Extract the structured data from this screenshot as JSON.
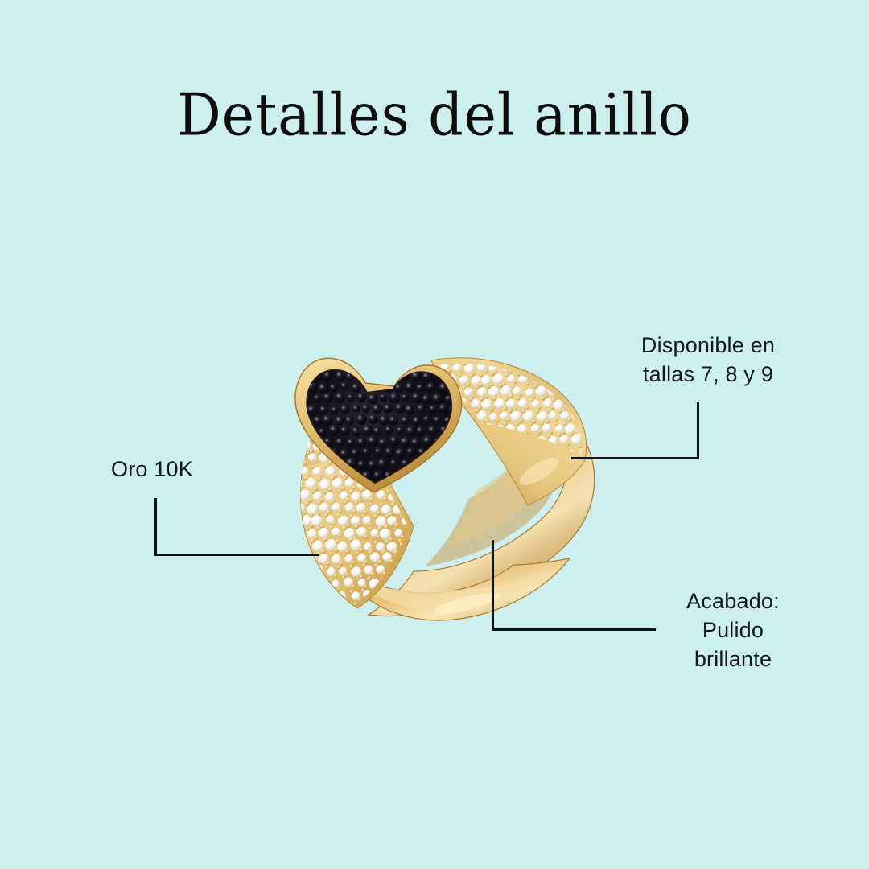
{
  "background_color": "#cdf0ee",
  "header": {
    "title": "Detalles del anillo"
  },
  "product": {
    "name": "anillo-corazon-pave",
    "alt": "Anillo de oro 10K tipo sello con corazon de circonias negras y hombros con pave blanco",
    "metal_color": "#e8c378",
    "metal_color_dark": "#c79a45",
    "metal_color_light": "#f8e6b6",
    "heart_stone_color": "#100f16",
    "accent_stone_color": "#ffffff"
  },
  "callouts": [
    {
      "id": "oro",
      "name": "callout-oro-10k",
      "text": "Oro 10K",
      "lines": [
        "Oro 10K"
      ]
    },
    {
      "id": "tallas",
      "name": "callout-tallas",
      "text": "Disponible en tallas 7, 8 y 9",
      "lines": [
        "Disponible en",
        "tallas 7, 8 y 9"
      ]
    },
    {
      "id": "acabado",
      "name": "callout-acabado",
      "text": "Acabado: Pulido brillante",
      "lines": [
        "Acabado:",
        "Pulido",
        "brillante"
      ]
    }
  ],
  "leader_line_color": "#101416",
  "text_color": "#14181a"
}
